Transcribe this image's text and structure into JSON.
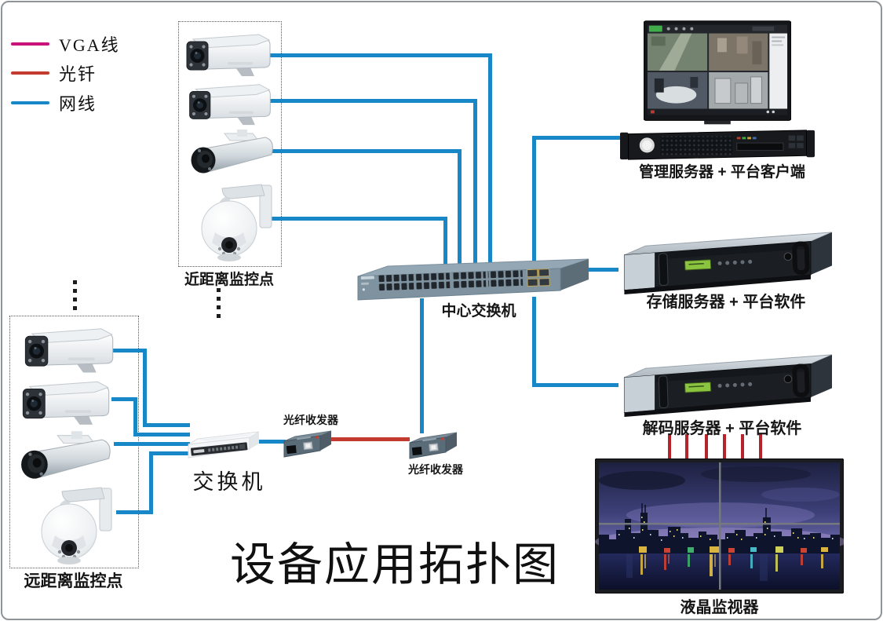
{
  "title": "设备应用拓扑图",
  "legend": {
    "items": [
      {
        "name": "vga-line",
        "label": "VGA线",
        "color": "#c9117c"
      },
      {
        "name": "fiber-line",
        "label": "光钎",
        "color": "#c23b2e"
      },
      {
        "name": "network-line",
        "label": "网线",
        "color": "#1787c8"
      }
    ]
  },
  "groups": {
    "near": {
      "label": "近距离监控点",
      "camera_count": 4
    },
    "far": {
      "label": "远距离监控点",
      "camera_count": 4
    }
  },
  "devices": {
    "central_switch": {
      "label": "中心交换机"
    },
    "access_switch": {
      "label": "交换机"
    },
    "fiber_transceiver_a": {
      "label": "光纤收发器"
    },
    "fiber_transceiver_b": {
      "label": "光纤收发器"
    },
    "management_server": {
      "label": "管理服务器 + 平台客户端"
    },
    "storage_server": {
      "label": "存储服务器 + 平台软件"
    },
    "decode_server": {
      "label": "解码服务器 + 平台软件"
    },
    "lcd_monitor": {
      "label": "液晶监视器"
    }
  },
  "colors": {
    "network_line": "#1787c8",
    "fiber_line": "#c23b2e",
    "vga_line": "#c9117c",
    "monitor_line": "#b5232b"
  }
}
